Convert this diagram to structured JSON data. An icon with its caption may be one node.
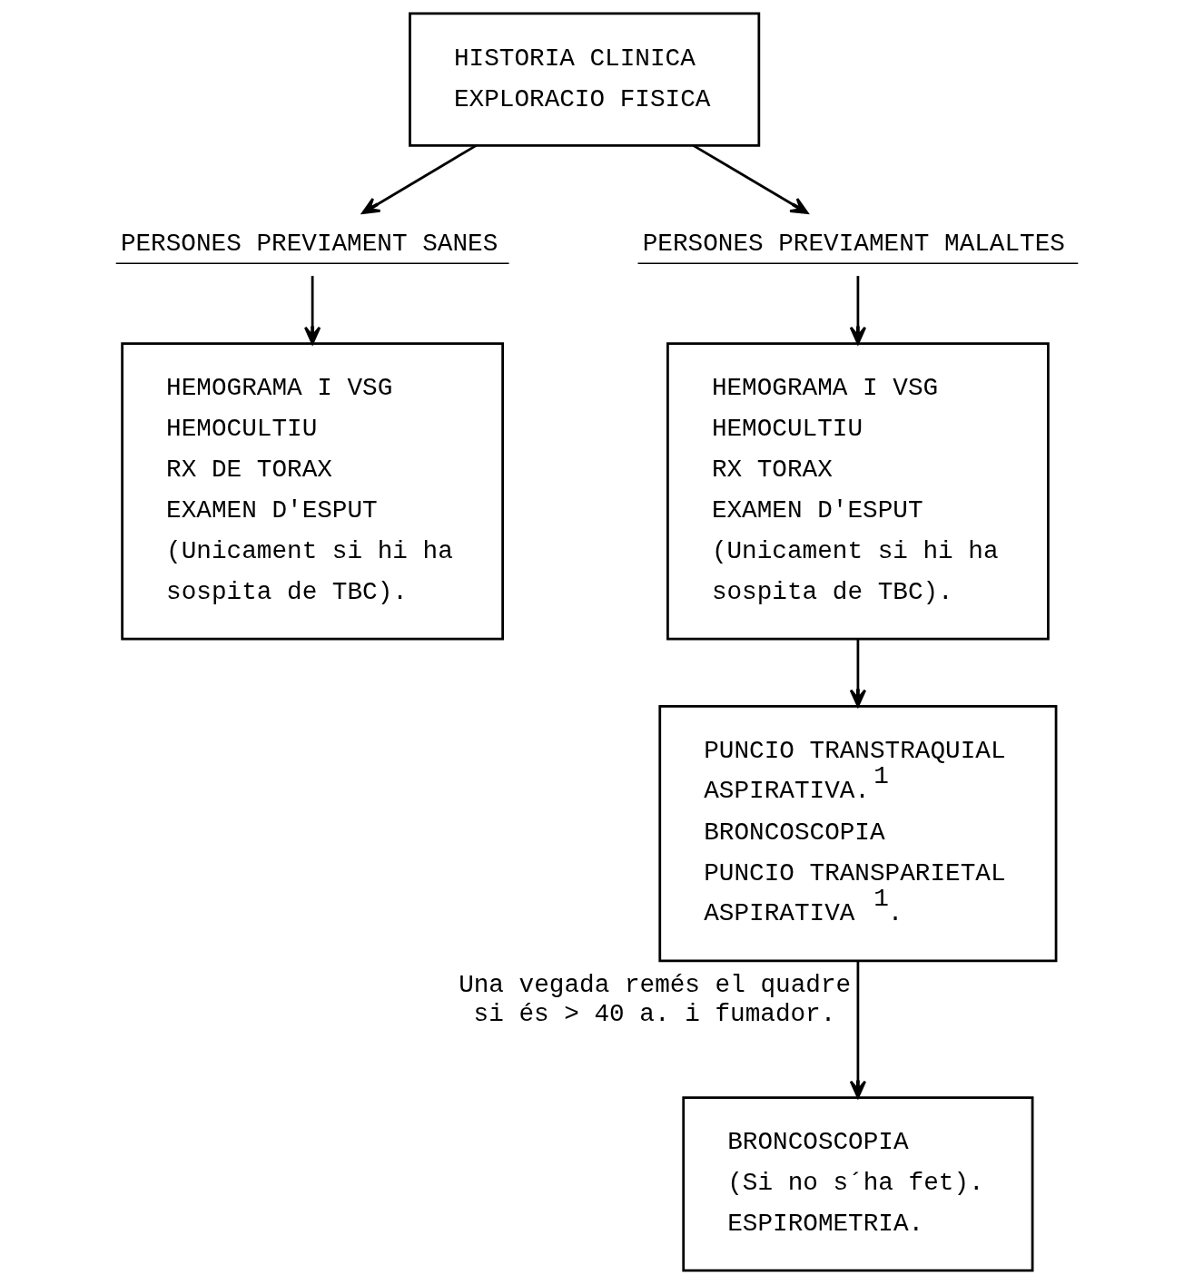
{
  "diagram": {
    "nodes": [
      {
        "text": [
          "HISTORIA CLINICA",
          "EXPLORACIO FISICA"
        ]
      },
      {
        "text": [
          "PERSONES PREVIAMENT SANES"
        ]
      },
      {
        "text": [
          "PERSONES PREVIAMENT MALALTES"
        ]
      },
      {
        "text": [
          "HEMOGRAMA I VSG",
          "HEMOCULTIU",
          "RX DE TORAX",
          "EXAMEN D'ESPUT",
          "(Unicament si hi ha sospita de TBC)."
        ]
      },
      {
        "text": [
          "HEMOGRAMA I VSG",
          "HEMOCULTIU",
          "RX TORAX",
          "EXAMEN D'ESPUT",
          "(Unicament si hi ha sospita de TBC)."
        ]
      },
      {
        "text": [
          "PUNCIO TRANSTRAQUIAL ASPIRATIVA.$^{1}$",
          "BRONCOSCOPIA",
          "PUNCIO TRANSPARIETAL ASPIRATIVA $^{1}$."
        ]
      },
      {
        "text": [
          "BRONCOSCOPIA",
          "(Si no s´ha fet).",
          "ESPIROMETRIA."
        ]
      }
    ],
    "edges": [
      {
        "from": 0,
        "to": 1,
        "arrow": "to"
      },
      {
        "from": 0,
        "to": 2,
        "arrow": "to"
      },
      {
        "from": 1,
        "to": 3,
        "arrow": "to"
      },
      {
        "from": 2,
        "to": 4,
        "arrow": "to"
      },
      {
        "from": 4,
        "to": 5,
        "arrow": "to"
      },
      {
        "from": 5,
        "to": 6,
        "arrow": "to",
        "label": "Una vegada remés el quadre si és > 40 a. i fumador."
      }
    ]
  }
}
